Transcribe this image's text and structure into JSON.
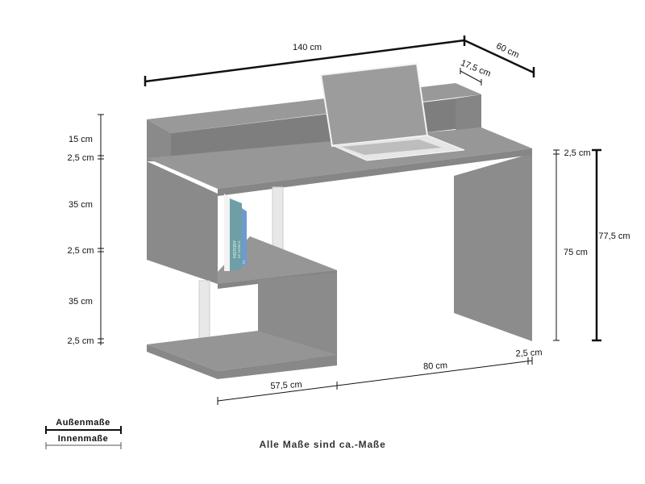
{
  "dimensions": {
    "width": "140 cm",
    "depth": "60 cm",
    "hutch_depth": "17,5 cm",
    "left": [
      "15 cm",
      "2,5 cm",
      "35 cm",
      "2,5 cm",
      "35 cm",
      "2,5 cm"
    ],
    "right_top_thickness": "2,5 cm",
    "right_leg_height": "75 cm",
    "total_height": "77,5 cm",
    "bottom": [
      "57,5 cm",
      "80 cm",
      "2,5 cm"
    ]
  },
  "book": {
    "title_line1": "HISTORY",
    "title_line2": "OF WORLD",
    "volume": "2"
  },
  "legend": {
    "outer": "Außenmaße",
    "inner": "Innenmaße"
  },
  "note": "Alle Maße sind ca.-Maße",
  "colors": {
    "wood": "#8f8f8f",
    "wood_dark": "#7d7d7d",
    "wood_light": "#9a9a9a",
    "pole": "#e8e8e8",
    "book_teal": "#6f9fa6",
    "book_blue": "#6f9ad0"
  }
}
